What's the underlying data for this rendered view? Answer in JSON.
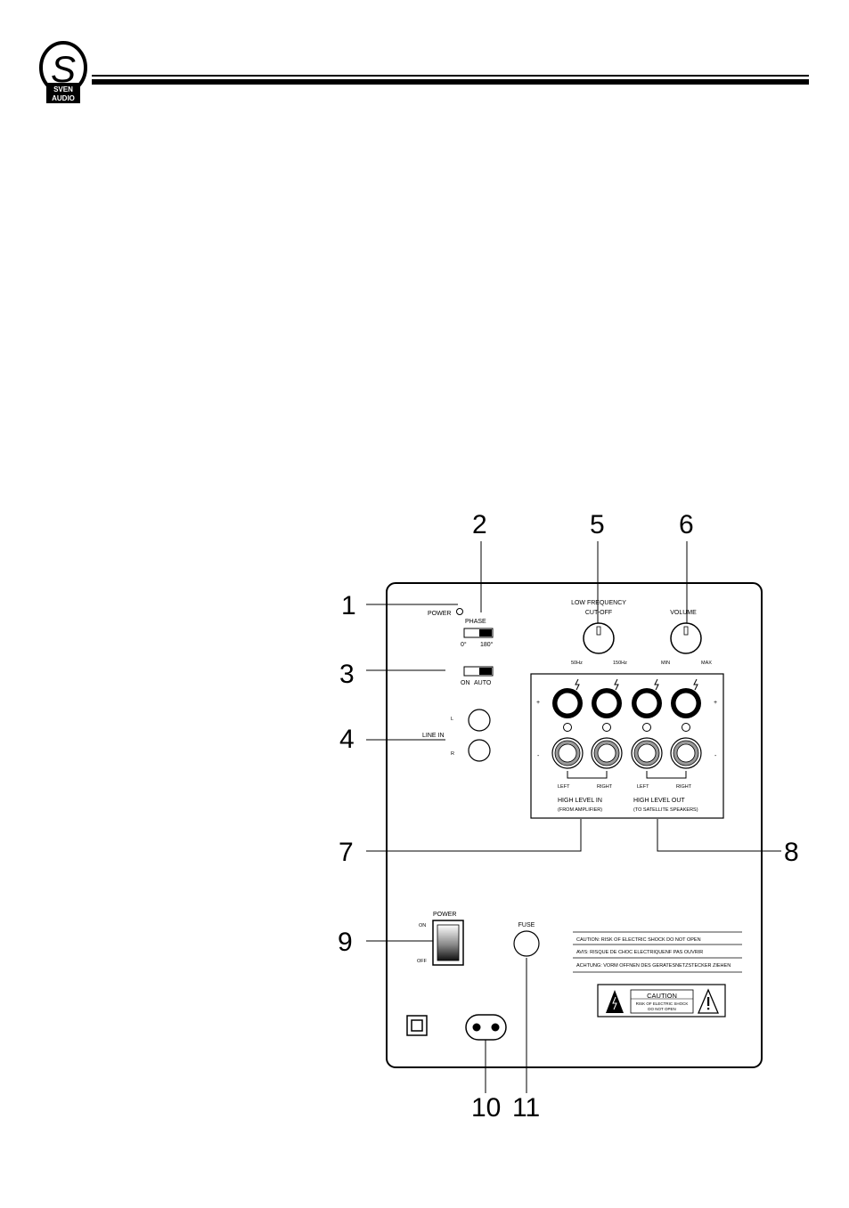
{
  "brand": {
    "line1": "SVEN",
    "line2": "AUDIO",
    "monogram": "S"
  },
  "callouts": {
    "n1": "1",
    "n2": "2",
    "n3": "3",
    "n4": "4",
    "n5": "5",
    "n6": "6",
    "n7": "7",
    "n8": "8",
    "n9": "9",
    "n10": "10",
    "n11": "11"
  },
  "panel": {
    "power_led_label": "POWER",
    "phase_label": "PHASE",
    "phase_0": "0°",
    "phase_180": "180°",
    "mode_on": "ON",
    "mode_auto": "AUTO",
    "line_in_label": "LINE IN",
    "line_in_l": "L",
    "line_in_r": "R",
    "lowfreq_label_1": "LOW FREQUENCY",
    "lowfreq_label_2": "CUT-OFF",
    "lowfreq_min": "50Hz",
    "lowfreq_max": "150Hz",
    "volume_label": "VOLUME",
    "volume_min": "MIN",
    "volume_max": "MAX",
    "plus": "+",
    "minus": "-",
    "left": "LEFT",
    "right": "RIGHT",
    "high_in_1": "HIGH LEVEL IN",
    "high_in_2": "(FROM AMPLIFIER)",
    "high_out_1": "HIGH LEVEL OUT",
    "high_out_2": "(TO SATELLITE SPEAKERS)",
    "power_switch_label": "POWER",
    "power_on": "ON",
    "power_off": "OFF",
    "fuse_label": "FUSE",
    "caution_line_1": "CAUTION: RISK OF ELECTRIC SHOCK DO NOT OPEN",
    "caution_line_2": "AVIS: RISQUE DE CHOC ELECTRIQUENF PAS OUVRIR",
    "caution_line_3": "ACHTUNG: VORM OFFNEN DES GERATESNETZSTECKER ZIEHEN",
    "caution_box_title": "CAUTION",
    "caution_box_1": "RISK OF ELECTRIC SHOCK",
    "caution_box_2": "DO NOT OPEN"
  },
  "icons": {
    "logo": "sven-audio-logo",
    "lightning": "lightning-bolt-icon",
    "warning": "exclamation-triangle-icon",
    "double_insulation": "double-square-icon"
  }
}
